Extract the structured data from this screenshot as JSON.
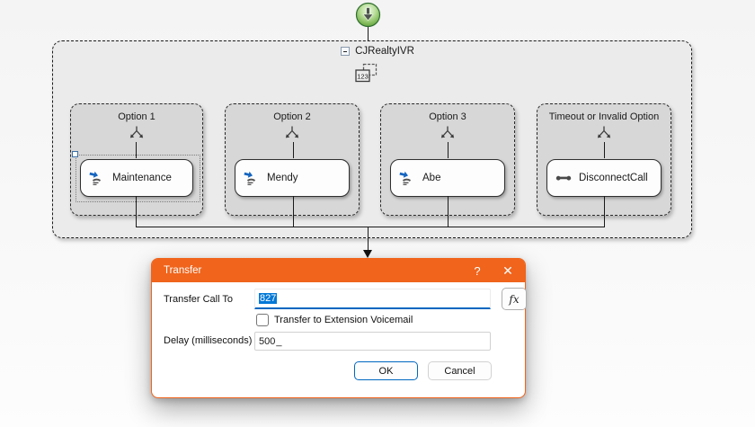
{
  "flow": {
    "container": {
      "title": "CJRealtyIVR",
      "icon_text": "123"
    },
    "options": [
      {
        "label": "Option 1",
        "component": {
          "name": "Maintenance",
          "icon": "transfer-icon",
          "selected": true
        }
      },
      {
        "label": "Option 2",
        "component": {
          "name": "Mendy",
          "icon": "transfer-icon",
          "selected": false
        }
      },
      {
        "label": "Option 3",
        "component": {
          "name": "Abe",
          "icon": "transfer-icon",
          "selected": false
        }
      },
      {
        "label": "Timeout or Invalid Option",
        "component": {
          "name": "DisconnectCall",
          "icon": "disconnect-icon",
          "selected": false
        }
      }
    ]
  },
  "dialog": {
    "title": "Transfer",
    "help_label": "?",
    "close_label": "✕",
    "transfer_call_to": {
      "label": "Transfer Call To",
      "value": "827",
      "text_selected": true
    },
    "fx_button_label": "fx",
    "voicemail_checkbox": {
      "label": "Transfer to Extension Voicemail",
      "checked": false
    },
    "delay": {
      "label": "Delay (milliseconds)",
      "value": "500",
      "cursor": "_"
    },
    "ok_label": "OK",
    "cancel_label": "Cancel"
  },
  "colors": {
    "titlebar_orange": "#F0641C",
    "selection_blue": "#0078D7",
    "focus_underline_blue": "#0067C0",
    "ok_border_blue": "#0067C0",
    "start_node_green": "#78B34F",
    "selection_handle_blue": "#3B6EA5"
  }
}
